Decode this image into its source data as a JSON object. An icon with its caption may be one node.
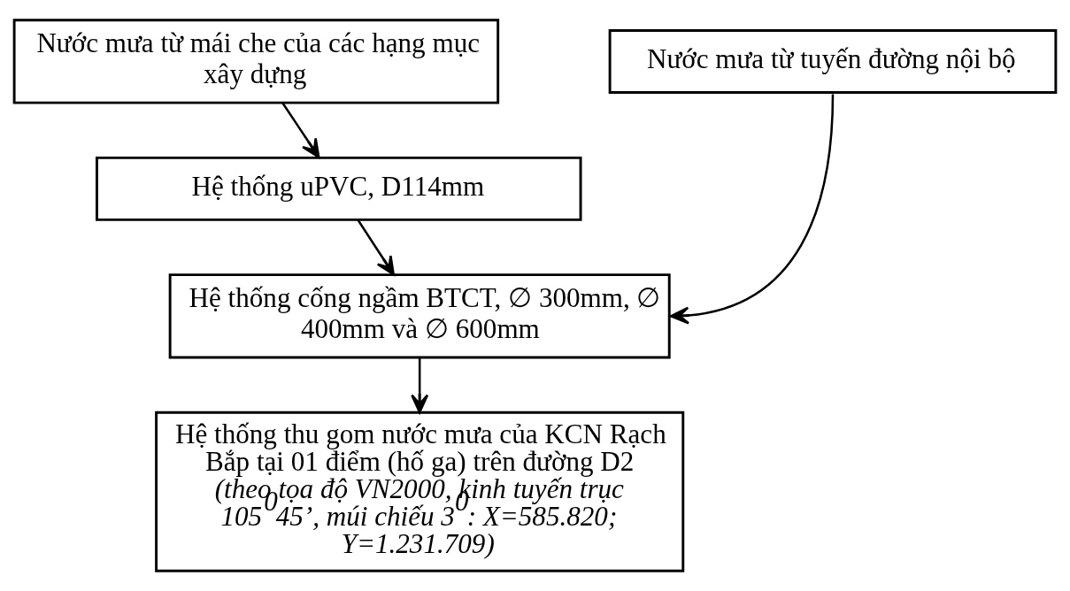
{
  "diagram": {
    "nodes": [
      {
        "text": [
          "Nước mưa từ mái che của các hạng mục xây dựng"
        ]
      },
      {
        "text": [
          "Nước mưa từ tuyến đường nội bộ"
        ]
      },
      {
        "text": [
          "Hệ thống uPVC, D114mm"
        ]
      },
      {
        "text": [
          "Hệ thống cống ngầm BTCT, ∅ 300mm, ∅ 400mm và ∅ 600mm"
        ]
      },
      {
        "text": [
          "Hệ thống thu gom nước mưa của KCN Rạch Bắp tại 01 điểm (hố ga) trên đường D2 *(theo tọa độ VN2000, kinh tuyến trục 105$^{0}$45’, múi chiếu 3$^{0}$: X=585.820; Y=1.231.709)*"
        ]
      }
    ],
    "edges": [
      {
        "from": 0,
        "to": 2,
        "arrow": "to"
      },
      {
        "from": 2,
        "to": 3,
        "arrow": "to"
      },
      {
        "from": 1,
        "to": 3,
        "arrow": "to"
      },
      {
        "from": 3,
        "to": 4,
        "arrow": "to"
      }
    ]
  }
}
